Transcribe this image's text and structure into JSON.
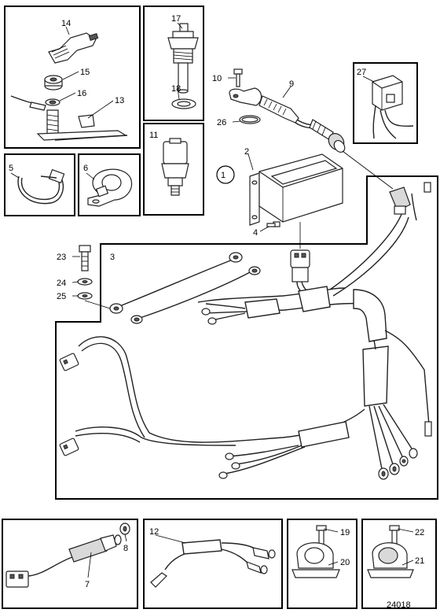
{
  "figure_number": "24018",
  "callouts": {
    "c1": "1",
    "c2": "2",
    "c3": "3",
    "c4": "4",
    "c5": "5",
    "c6": "6",
    "c7": "7",
    "c8": "8",
    "c9": "9",
    "c10": "10",
    "c11": "11",
    "c12": "12",
    "c13": "13",
    "c14": "14",
    "c15": "15",
    "c16": "16",
    "c17": "17",
    "c18": "18",
    "c19": "19",
    "c20": "20",
    "c21": "21",
    "c22": "22",
    "c23": "23",
    "c24": "24",
    "c25": "25",
    "c26": "26",
    "c27": "27"
  }
}
